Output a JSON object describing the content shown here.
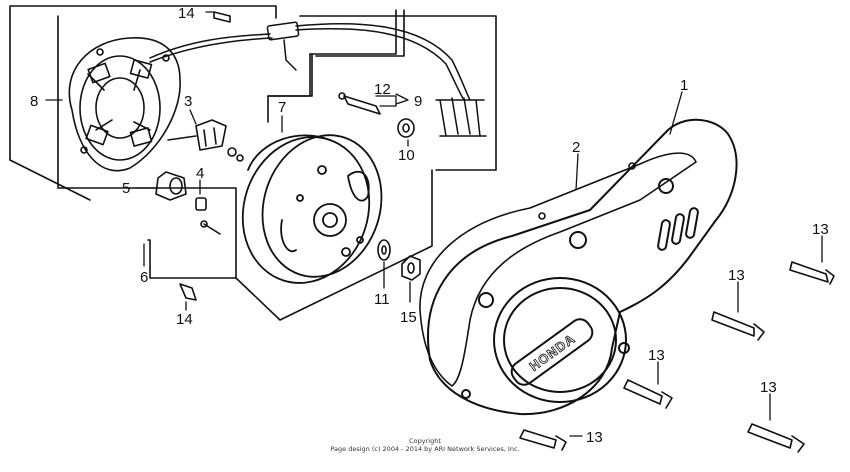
{
  "callouts": {
    "p1": "1",
    "p2": "2",
    "p3": "3",
    "p4": "4",
    "p5": "5",
    "p6": "6",
    "p7": "7",
    "p8": "8",
    "p9": "9",
    "p10": "10",
    "p11": "11",
    "p12": "12",
    "p13": "13",
    "p14": "14",
    "p15": "15"
  },
  "cover_logo": "HONDA",
  "footer": {
    "line1": "Copyright",
    "line2": "Page design (c) 2004 - 2014 by ARI Network Services, Inc."
  }
}
